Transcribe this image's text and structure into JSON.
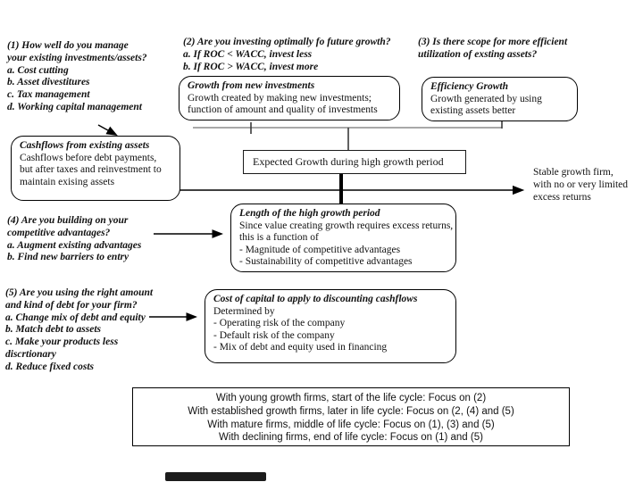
{
  "colors": {
    "ink": "#000000",
    "connector_gray": "#8c8c8c",
    "bottom_bar": "#1c1c1c"
  },
  "annotations": {
    "q1": {
      "lines": [
        "(1) How well do you manage",
        "your existing investments/assets?",
        "a. Cost cutting",
        "b. Asset divestitures",
        "c. Tax management",
        "d. Working capital management"
      ]
    },
    "q2": {
      "lines": [
        "(2) Are you investing optimally fo future growth?",
        "a. If ROC < WACC, invest less",
        "b. If ROC > WACC, invest more"
      ]
    },
    "q3": {
      "lines": [
        "(3) Is there scope for more efficient",
        "utilization of exsting assets?"
      ]
    },
    "q4": {
      "lines": [
        "(4) Are you building on your",
        "competitive advantages?",
        "a. Augment existing advantages",
        "b. Find new barriers to entry"
      ]
    },
    "q5": {
      "lines": [
        "(5) Are you using the right amount",
        "and kind of debt for your firm?",
        "a. Change mix of debt and equity",
        "b. Match debt to assets",
        "c. Make your products less",
        "discrtionary",
        "d. Reduce fixed costs"
      ]
    },
    "stable": {
      "lines": [
        "Stable growth firm,",
        "with no or very limited",
        "excess returns"
      ]
    }
  },
  "boxes": {
    "new_investments": {
      "title": "Growth from new investments",
      "body": "Growth created by making new investments; function of amount and quality of investments"
    },
    "efficiency": {
      "title": "Efficiency Growth",
      "body": "Growth generated by using existing assets better"
    },
    "cashflows": {
      "title": "Cashflows from existing assets",
      "body": "Cashflows before debt payments, but after taxes and reinvestment to maintain exising assets"
    },
    "expected_growth": {
      "label": "Expected Growth during high growth period"
    },
    "growth_period": {
      "title": "Length of the high growth period",
      "lines": [
        "Since value creating growth requires excess returns,",
        "this is a function of",
        "- Magnitude of competitive advantages",
        "- Sustainability of competitive advantages"
      ]
    },
    "cost_of_capital": {
      "title": "Cost of capital to apply to discounting cashflows",
      "lines": [
        "Determined by",
        "- Operating risk of the company",
        "- Default risk of the company",
        "- Mix of debt and equity used in financing"
      ]
    },
    "lifecycle": {
      "lines": [
        "With young growth firms, start of the life cycle: Focus on (2)",
        "With established growth firms, later in life cycle: Focus on (2, (4) and (5)",
        "With mature firms, middle of life cycle: Focus on (1), (3) and (5)",
        "With declining firms, end of life cycle: Focus on (1) and (5)"
      ]
    }
  }
}
